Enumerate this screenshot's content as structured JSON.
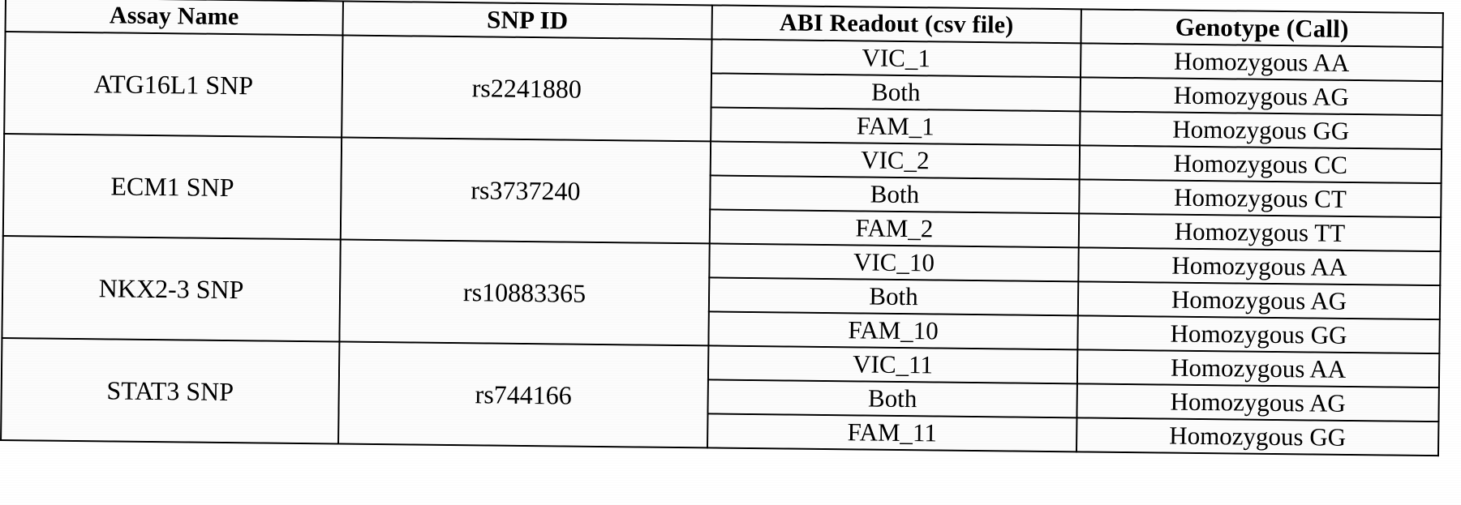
{
  "document": {
    "kind": "scanned-table",
    "ink_color": "#0a0a0a",
    "page_color": "#ffffff"
  },
  "table": {
    "headers": [
      "Assay Name",
      "SNP ID",
      "ABI Readout (csv file)",
      "Genotype (Call)"
    ],
    "groups": [
      {
        "assay_name": "ATG16L1 SNP",
        "snp_id": "rs2241880",
        "rows": [
          {
            "abi_readout": "VIC_1",
            "genotype": "Homozygous AA"
          },
          {
            "abi_readout": "Both",
            "genotype": "Homozygous AG"
          },
          {
            "abi_readout": "FAM_1",
            "genotype": "Homozygous GG"
          }
        ]
      },
      {
        "assay_name": "ECM1 SNP",
        "snp_id": "rs3737240",
        "rows": [
          {
            "abi_readout": "VIC_2",
            "genotype": "Homozygous CC"
          },
          {
            "abi_readout": "Both",
            "genotype": "Homozygous CT"
          },
          {
            "abi_readout": "FAM_2",
            "genotype": "Homozygous TT"
          }
        ]
      },
      {
        "assay_name": "NKX2-3 SNP",
        "snp_id": "rs10883365",
        "rows": [
          {
            "abi_readout": "VIC_10",
            "genotype": "Homozygous AA"
          },
          {
            "abi_readout": "Both",
            "genotype": "Homozygous AG"
          },
          {
            "abi_readout": "FAM_10",
            "genotype": "Homozygous GG"
          }
        ]
      },
      {
        "assay_name": "STAT3 SNP",
        "snp_id": "rs744166",
        "rows": [
          {
            "abi_readout": "VIC_11",
            "genotype": "Homozygous AA"
          },
          {
            "abi_readout": "Both",
            "genotype": "Homozygous AG"
          },
          {
            "abi_readout": "FAM_11",
            "genotype": "Homozygous GG"
          }
        ]
      }
    ]
  }
}
